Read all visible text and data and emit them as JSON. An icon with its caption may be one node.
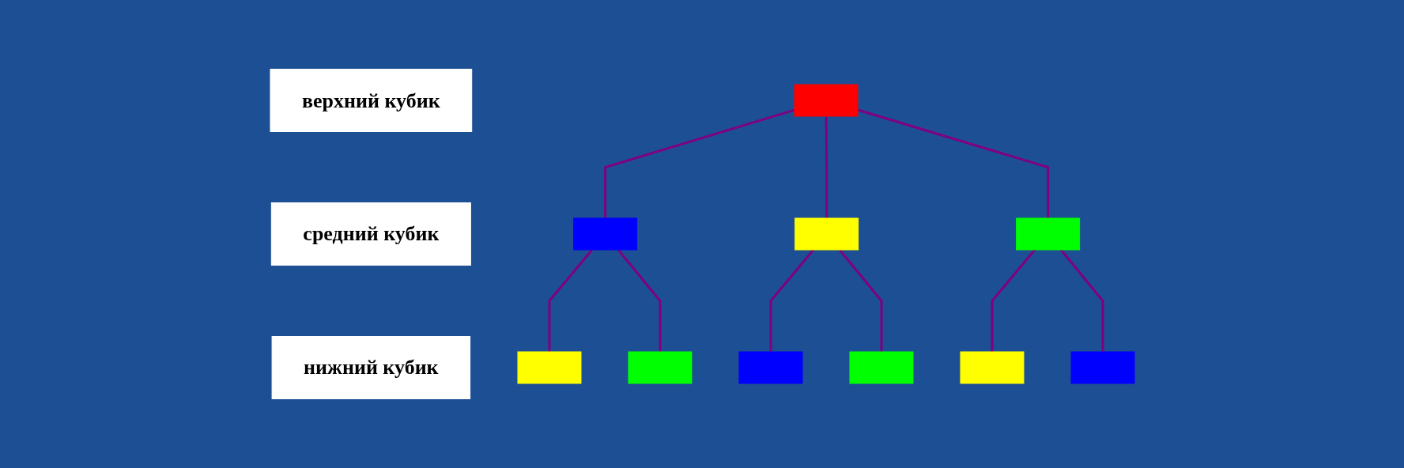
{
  "diagram": {
    "nodes": [
      {
        "text": [
          "верхний кубик"
        ]
      },
      {
        "text": [],
        "shape": "box"
      },
      {
        "text": [
          "средний кубик"
        ]
      },
      {
        "text": [],
        "shape": "box"
      },
      {
        "text": [],
        "shape": "box"
      },
      {
        "text": [],
        "shape": "box"
      },
      {
        "text": [
          "нижний кубик"
        ]
      },
      {
        "text": [],
        "shape": "box"
      },
      {
        "text": [],
        "shape": "box"
      },
      {
        "text": [],
        "shape": "box"
      },
      {
        "text": [],
        "shape": "box"
      },
      {
        "text": [],
        "shape": "box"
      },
      {
        "text": [],
        "shape": "box"
      }
    ],
    "edges": [
      {
        "from": 1,
        "to": 3,
        "arrow": "none"
      },
      {
        "from": 1,
        "to": 4,
        "arrow": "none"
      },
      {
        "from": 1,
        "to": 5,
        "arrow": "none"
      },
      {
        "from": 3,
        "to": 7,
        "arrow": "none"
      },
      {
        "from": 3,
        "to": 8,
        "arrow": "none"
      },
      {
        "from": 4,
        "to": 9,
        "arrow": "none"
      },
      {
        "from": 4,
        "to": 10,
        "arrow": "none"
      },
      {
        "from": 5,
        "to": 11,
        "arrow": "none"
      },
      {
        "from": 5,
        "to": 12,
        "arrow": "none"
      }
    ]
  }
}
